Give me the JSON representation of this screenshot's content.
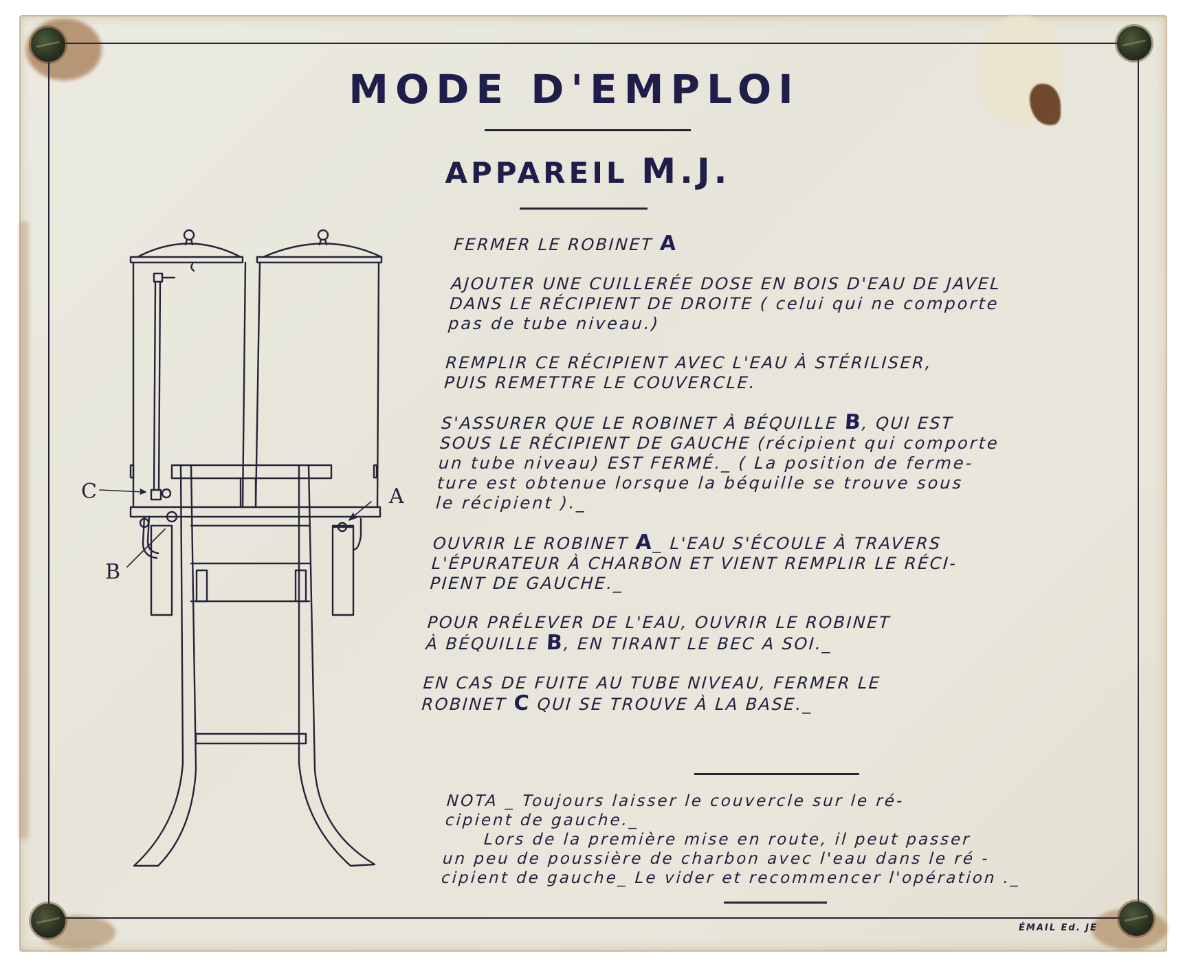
{
  "plate": {
    "title": "MODE D'EMPLOI",
    "subtitle_prefix": "APPAREIL",
    "subtitle_model": "M.J.",
    "maker_mark": "ÉMAIL Ed. JE",
    "colors": {
      "enamel": "#e9e7dc",
      "ink": "#22203d",
      "rust": "#8a4b1c"
    }
  },
  "diagram": {
    "labels": {
      "a": "A",
      "b": "B",
      "c": "C"
    }
  },
  "instructions": [
    {
      "lines": [
        "FERMER LE ROBINET "
      ],
      "key": "A"
    },
    {
      "lines": [
        "AJOUTER UNE CUILLERÉE DOSE EN BOIS D'EAU DE JAVEL",
        "DANS LE RÉCIPIENT DE DROITE ",
        "pas de tube niveau.)"
      ],
      "aside": "( celui qui ne comporte"
    },
    {
      "lines": [
        "REMPLIR CE RÉCIPIENT AVEC L'EAU À STÉRILISER,",
        "PUIS REMETTRE LE COUVERCLE."
      ]
    },
    {
      "line1_pre": "S'ASSURER QUE LE ROBINET À BÉQUILLE ",
      "key": "B",
      "line1_post": ", QUI EST",
      "line2": "SOUS LE RÉCIPIENT DE GAUCHE ",
      "line2_aside": "(récipient qui comporte",
      "line3_a": "un tube niveau) ",
      "line3_b": "EST FERMÉ._ ",
      "line3_c": "( La position de ferme-",
      "line4": "ture est obtenue lorsque la béquille se trouve sous",
      "line5": "le récipient )._"
    },
    {
      "line1_pre": "OUVRIR LE ROBINET ",
      "key": "A",
      "line1_post": "_ L'EAU S'ÉCOULE À TRAVERS",
      "line2": "L'ÉPURATEUR À CHARBON ET VIENT REMPLIR LE RÉCI-",
      "line3": "PIENT DE GAUCHE._"
    },
    {
      "line1": "POUR PRÉLEVER DE L'EAU, OUVRIR LE ROBINET",
      "line2_pre": "À BÉQUILLE ",
      "key": "B",
      "line2_post": ", EN TIRANT LE BEC A SOI._"
    },
    {
      "line1": "EN CAS DE FUITE AU TUBE NIVEAU, FERMER LE",
      "line2_pre": "ROBINET ",
      "key": "C",
      "line2_post": " QUI SE TROUVE À LA BASE._"
    }
  ],
  "nota": {
    "line1": "NOTA _ Toujours laisser le couvercle sur le ré-",
    "line2": "cipient de gauche._",
    "line3": "Lors de la première mise en route, il peut passer",
    "line4": "un peu de poussière de charbon avec l'eau dans le ré -",
    "line5": "cipient de gauche_ Le vider et recommencer l'opération ._"
  }
}
